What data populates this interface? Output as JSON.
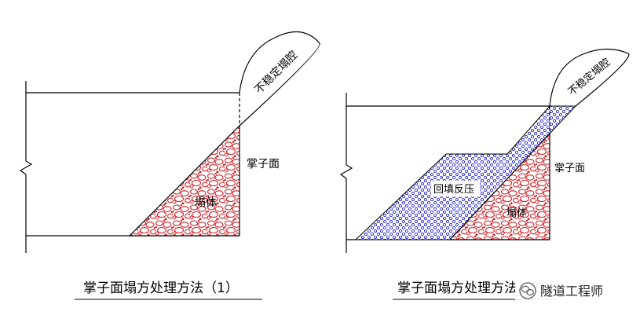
{
  "diagram1": {
    "cavity_label": "不稳定塌腔",
    "face_label": "掌子面",
    "collapse_label": "塌体",
    "caption": "掌子面塌方处理方法（1）"
  },
  "diagram2": {
    "cavity_label": "不稳定塌腔",
    "face_label": "掌子面",
    "backfill_label": "回填反压",
    "collapse_label": "塌体",
    "caption": "掌子面塌方处理方法（2）"
  },
  "watermark": {
    "text": "隧道工程师",
    "icon": "wechat-logo"
  },
  "colors": {
    "collapse_fill": "#d2232a",
    "backfill_fill": "#2b2fd0",
    "line": "#000000"
  }
}
